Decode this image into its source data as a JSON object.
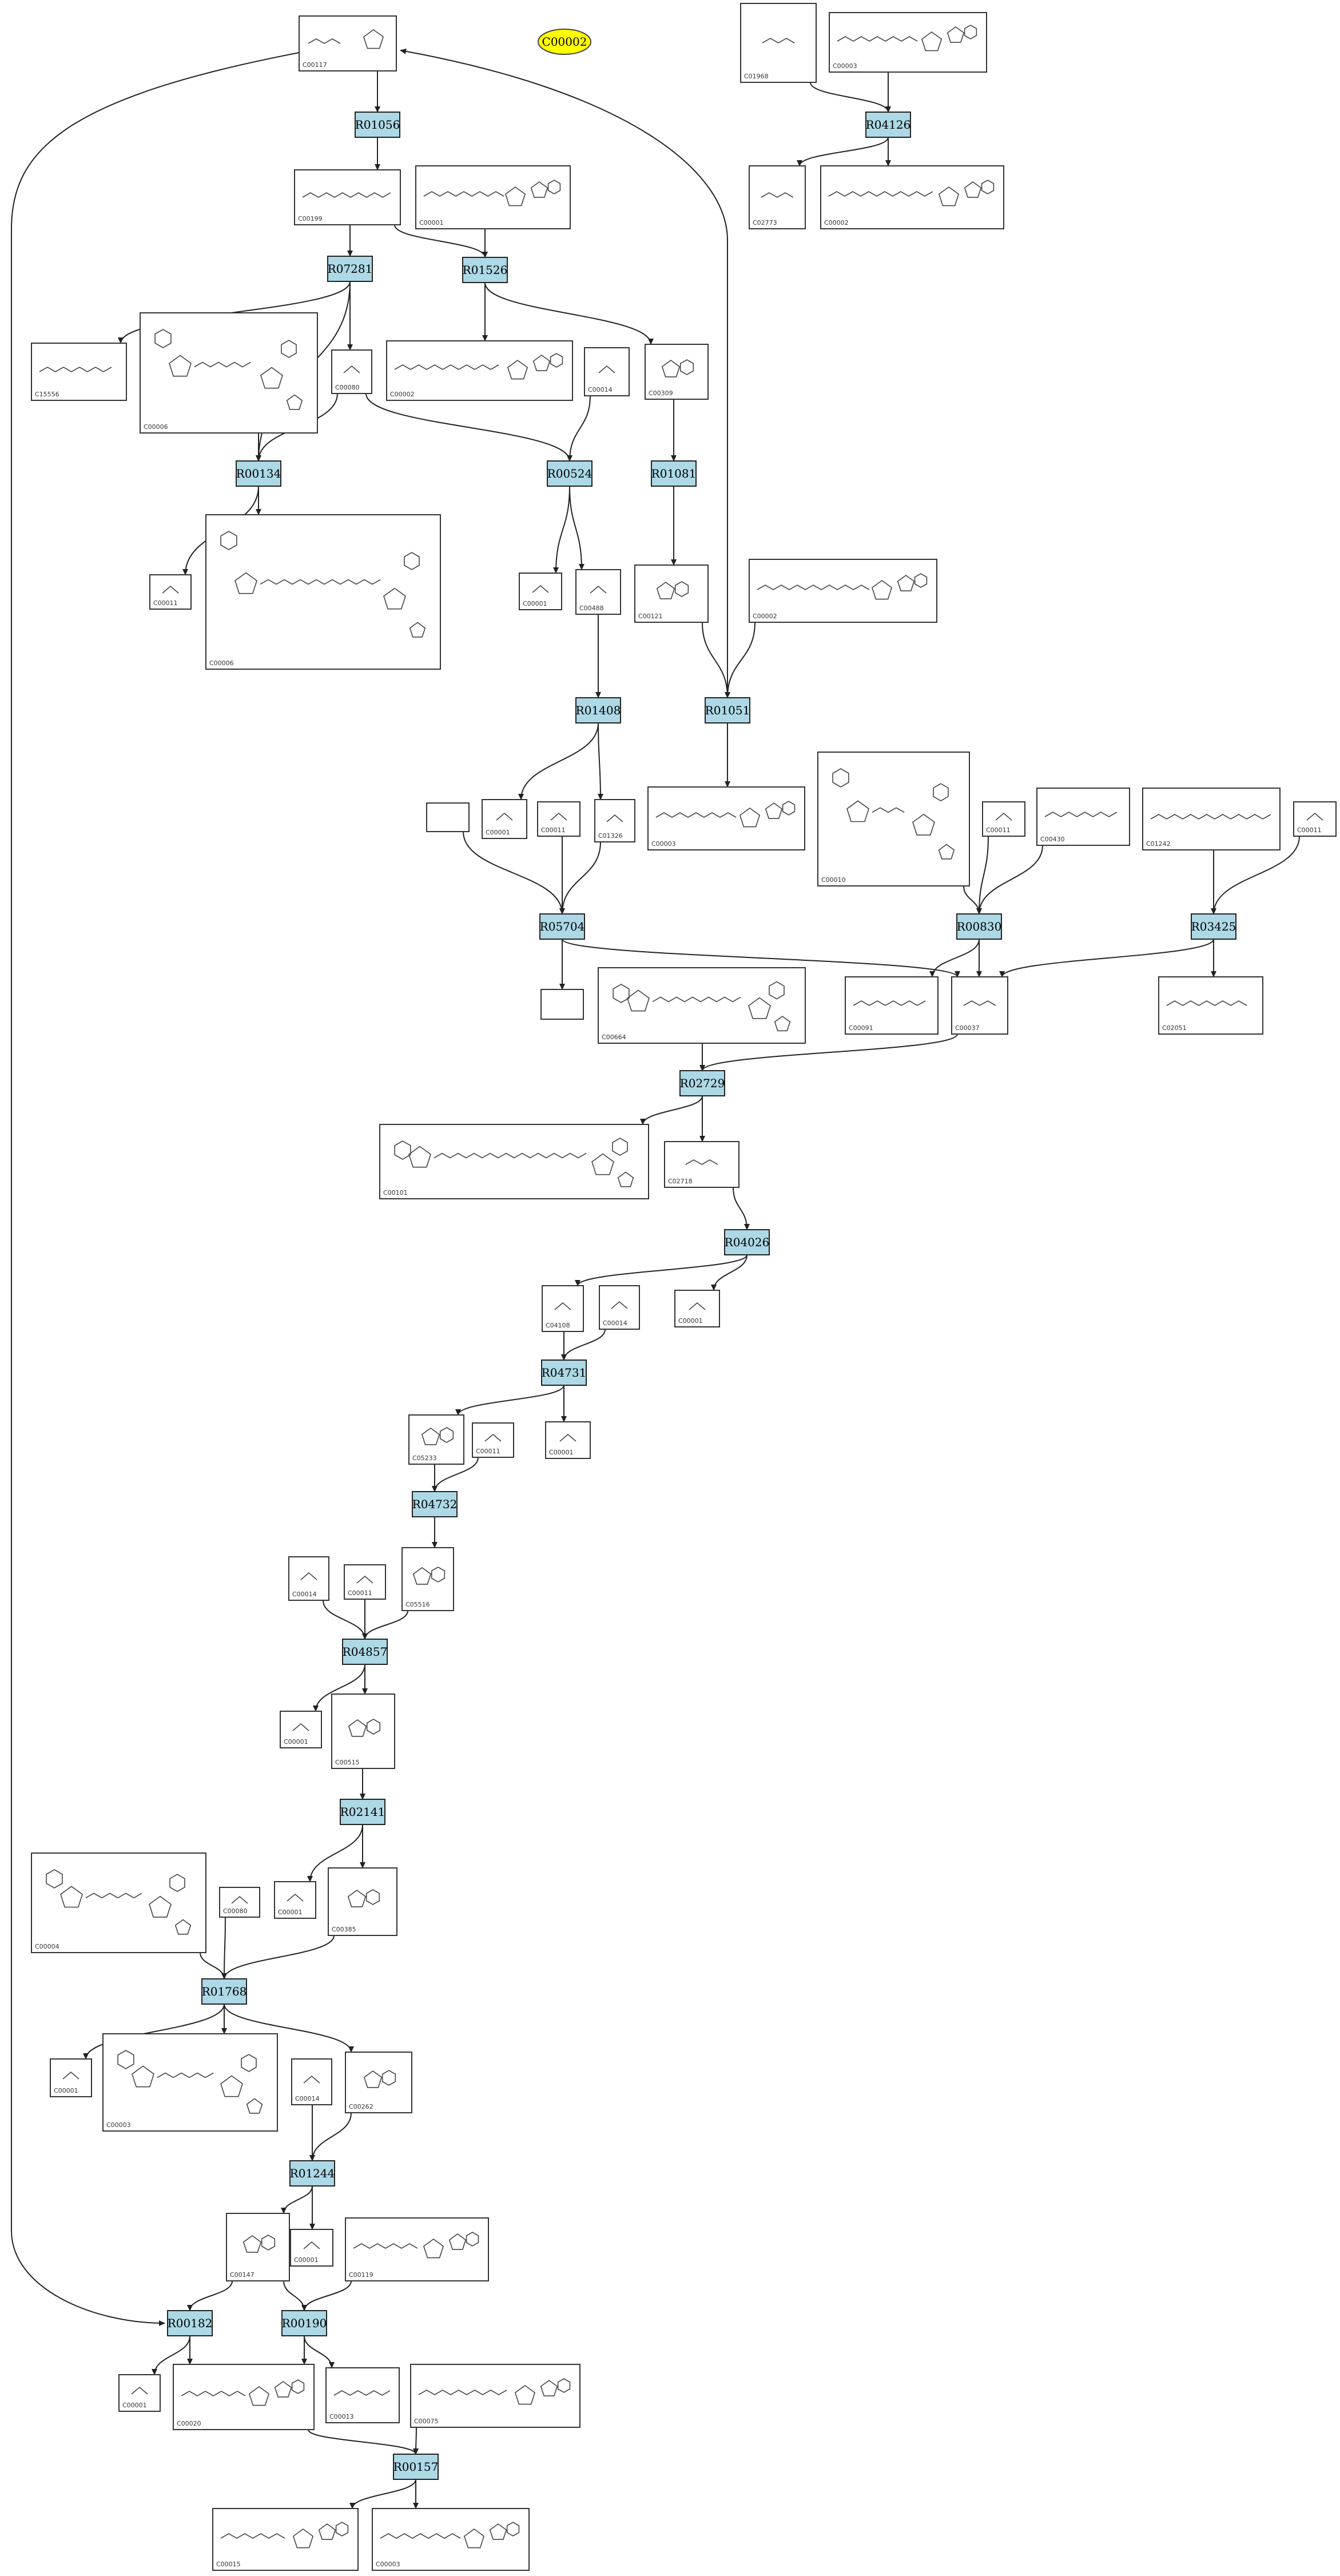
{
  "colors": {
    "reaction_fill": "#add8e6",
    "highlight_fill": "#ffff00",
    "edge": "#222222"
  },
  "highlight": {
    "label": "C00002"
  },
  "reactions": [
    {
      "id": "R01056",
      "label": "R01056"
    },
    {
      "id": "R07281",
      "label": "R07281"
    },
    {
      "id": "R01526",
      "label": "R01526"
    },
    {
      "id": "R04126",
      "label": "R04126"
    },
    {
      "id": "R00134",
      "label": "R00134"
    },
    {
      "id": "R00524",
      "label": "R00524"
    },
    {
      "id": "R01081",
      "label": "R01081"
    },
    {
      "id": "R01408",
      "label": "R01408"
    },
    {
      "id": "R01051",
      "label": "R01051"
    },
    {
      "id": "R05704",
      "label": "R05704"
    },
    {
      "id": "R00830",
      "label": "R00830"
    },
    {
      "id": "R03425",
      "label": "R03425"
    },
    {
      "id": "R02729",
      "label": "R02729"
    },
    {
      "id": "R04026",
      "label": "R04026"
    },
    {
      "id": "R04731",
      "label": "R04731"
    },
    {
      "id": "R04732",
      "label": "R04732"
    },
    {
      "id": "R04857",
      "label": "R04857"
    },
    {
      "id": "R02141",
      "label": "R02141"
    },
    {
      "id": "R01768",
      "label": "R01768"
    },
    {
      "id": "R01244",
      "label": "R01244"
    },
    {
      "id": "R00182",
      "label": "R00182"
    },
    {
      "id": "R00190",
      "label": "R00190"
    },
    {
      "id": "R00157",
      "label": "R00157"
    }
  ],
  "compounds": [
    {
      "id": "c_C00117",
      "label": "C00117"
    },
    {
      "id": "c_C01968",
      "label": "C01968"
    },
    {
      "id": "c_C00003a",
      "label": "C00003"
    },
    {
      "id": "c_C00199",
      "label": "C00199"
    },
    {
      "id": "c_C00001a",
      "label": "C00001"
    },
    {
      "id": "c_C02773",
      "label": "C02773"
    },
    {
      "id": "c_C00002a",
      "label": "C00002"
    },
    {
      "id": "c_C15556",
      "label": "C15556"
    },
    {
      "id": "c_C00006a",
      "label": "C00006"
    },
    {
      "id": "c_C00080a",
      "label": "C00080"
    },
    {
      "id": "c_C00002b",
      "label": "C00002"
    },
    {
      "id": "c_C00014a",
      "label": "C00014"
    },
    {
      "id": "c_C00309",
      "label": "C00309"
    },
    {
      "id": "c_C00011a",
      "label": "C00011"
    },
    {
      "id": "c_C00006b",
      "label": "C00006"
    },
    {
      "id": "c_C00001b",
      "label": "C00001"
    },
    {
      "id": "c_C00488",
      "label": "C00488"
    },
    {
      "id": "c_C00121",
      "label": "C00121"
    },
    {
      "id": "c_C00002c",
      "label": "C00002"
    },
    {
      "id": "c_blank1",
      "label": ""
    },
    {
      "id": "c_C00001c",
      "label": "C00001"
    },
    {
      "id": "c_C00011b",
      "label": "C00011"
    },
    {
      "id": "c_C01326",
      "label": "C01326"
    },
    {
      "id": "c_C00003b",
      "label": "C00003"
    },
    {
      "id": "c_C00010",
      "label": "C00010"
    },
    {
      "id": "c_C00011c",
      "label": "C00011"
    },
    {
      "id": "c_C00430",
      "label": "C00430"
    },
    {
      "id": "c_C01242",
      "label": "C01242"
    },
    {
      "id": "c_C00011d",
      "label": "C00011"
    },
    {
      "id": "c_blank2",
      "label": ""
    },
    {
      "id": "c_C00664",
      "label": "C00664"
    },
    {
      "id": "c_C00091",
      "label": "C00091"
    },
    {
      "id": "c_C00037",
      "label": "C00037"
    },
    {
      "id": "c_C02051",
      "label": "C02051"
    },
    {
      "id": "c_C00101",
      "label": "C00101"
    },
    {
      "id": "c_C02718",
      "label": "C02718"
    },
    {
      "id": "c_C04108",
      "label": "C04108"
    },
    {
      "id": "c_C00014b",
      "label": "C00014"
    },
    {
      "id": "c_C00001d",
      "label": "C00001"
    },
    {
      "id": "c_C05233",
      "label": "C05233"
    },
    {
      "id": "c_C00011e",
      "label": "C00011"
    },
    {
      "id": "c_C00001e",
      "label": "C00001"
    },
    {
      "id": "c_C00014c",
      "label": "C00014"
    },
    {
      "id": "c_C00011f",
      "label": "C00011"
    },
    {
      "id": "c_C05516",
      "label": "C05516"
    },
    {
      "id": "c_C00001f",
      "label": "C00001"
    },
    {
      "id": "c_C00515",
      "label": "C00515"
    },
    {
      "id": "c_C00004a",
      "label": "C00004"
    },
    {
      "id": "c_C00080b",
      "label": "C00080"
    },
    {
      "id": "c_C00001g",
      "label": "C00001"
    },
    {
      "id": "c_C00385",
      "label": "C00385"
    },
    {
      "id": "c_C00001h",
      "label": "C00001"
    },
    {
      "id": "c_C00003c",
      "label": "C00003"
    },
    {
      "id": "c_C00014d",
      "label": "C00014"
    },
    {
      "id": "c_C00262",
      "label": "C00262"
    },
    {
      "id": "c_C00147",
      "label": "C00147"
    },
    {
      "id": "c_C00001i",
      "label": "C00001"
    },
    {
      "id": "c_C00119",
      "label": "C00119"
    },
    {
      "id": "c_C00001j",
      "label": "C00001"
    },
    {
      "id": "c_C00020",
      "label": "C00020"
    },
    {
      "id": "c_C00013",
      "label": "C00013"
    },
    {
      "id": "c_C00075",
      "label": "C00075"
    },
    {
      "id": "c_C00015",
      "label": "C00015"
    },
    {
      "id": "c_C00003d",
      "label": "C00003"
    }
  ]
}
